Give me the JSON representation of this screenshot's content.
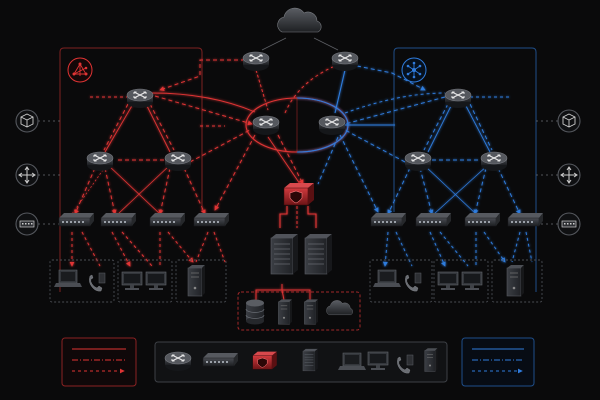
{
  "colors": {
    "background": "#0a0a0b",
    "left_accent": "#e03434",
    "right_accent": "#2f7bdc",
    "device_body": "#2a2c30",
    "device_edge": "#5b5e64",
    "firewall": "#b8262a"
  },
  "icons": {
    "cloud": "cloud-icon",
    "router": "router-icon",
    "switch": "switch-icon",
    "firewall": "firewall-icon",
    "server": "server-icon",
    "laptop": "laptop-icon",
    "desktop": "desktop-icon",
    "phone": "phone-icon",
    "tower": "tower-pc-icon",
    "database": "database-icon",
    "storage": "storage-icon",
    "cube": "cube-icon",
    "arrows": "move-arrows-icon",
    "network": "network-hub-icon"
  },
  "legend": {
    "line_styles": [
      "solid",
      "dash-dot",
      "arrowed-dashed"
    ],
    "devices": [
      "router",
      "switch",
      "firewall",
      "server",
      "laptop",
      "desktop",
      "phone",
      "tower"
    ]
  }
}
